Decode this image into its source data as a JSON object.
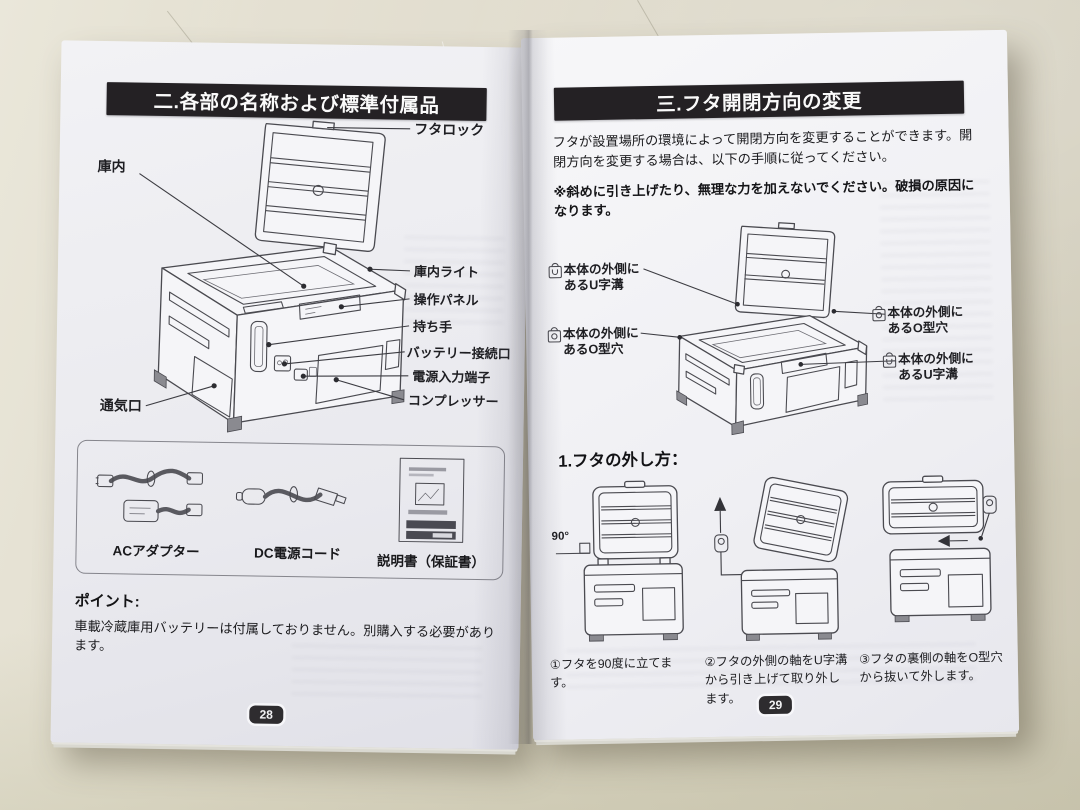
{
  "colors": {
    "desk": "#d6d1bf",
    "paper": "#f2f2f5",
    "header_bar": "#242124",
    "badge": "#2e2c2f"
  },
  "left_page": {
    "page_number": "28",
    "header": "二.各部の名称および標準付属品",
    "labels": {
      "lid_lock": "フタロック",
      "interior": "庫内",
      "interior_light": "庫内ライト",
      "control_panel": "操作パネル",
      "handle": "持ち手",
      "battery_port": "バッテリー接続口",
      "power_input": "電源入力端子",
      "compressor": "コンプレッサー",
      "vent": "通気口"
    },
    "accessories": [
      {
        "label": "ACアダプター"
      },
      {
        "label": "DC電源コード"
      },
      {
        "label": "説明書（保証書）"
      }
    ],
    "point": {
      "heading": "ポイント:",
      "text": "車載冷蔵庫用バッテリーは付属しておりません。別購入する必要があります。"
    }
  },
  "right_page": {
    "page_number": "29",
    "header": "三.フタ開閉方向の変更",
    "intro": "フタが設置場所の環境によって開閉方向を変更することができます。開閉方向を変更する場合は、以下の手順に従ってください。",
    "note": "※斜めに引き上げたり、無理な力を加えないでください。破損の原因になります。",
    "callouts": [
      {
        "line1": "本体の外側に",
        "line2": "あるU字溝",
        "icon": "u-groove"
      },
      {
        "line1": "本体の外側に",
        "line2": "あるO型穴",
        "icon": "o-hole"
      },
      {
        "line1": "本体の外側に",
        "line2": "あるO型穴",
        "icon": "o-hole"
      },
      {
        "line1": "本体の外側に",
        "line2": "あるU字溝",
        "icon": "u-groove"
      }
    ],
    "section_heading": "1.フタの外し方：",
    "angle_label": "90°",
    "steps": [
      {
        "caption": "①フタを90度に立てます。"
      },
      {
        "caption": "②フタの外側の軸をU字溝から引き上げて取り外します。"
      },
      {
        "caption": "③フタの裏側の軸をO型穴から抜いて外します。"
      }
    ]
  }
}
